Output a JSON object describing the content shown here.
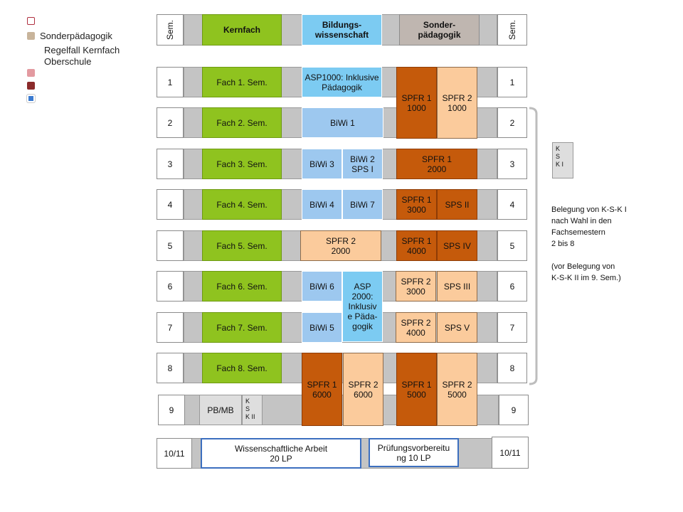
{
  "legend": {
    "items": [
      {
        "label": "",
        "color": "#ffffff",
        "border": "#b03040"
      },
      {
        "label": "Sonderpädagogik",
        "color": "#c8b49b",
        "border": "#c8b49b"
      },
      {
        "label": "Regelfall Kernfach\nOberschule",
        "color": "",
        "border": ""
      },
      {
        "label": "",
        "color": "#e39aa0",
        "border": "#e39aa0"
      },
      {
        "label": "",
        "color": "#8b2b2b",
        "border": "#8b2b2b"
      },
      {
        "label": "",
        "color": "#3b7bd0",
        "border": "#ffffff"
      }
    ]
  },
  "header": {
    "sem_left": "Sem.",
    "kernfach": "Kernfach",
    "bildung": "Bildungs-\nwissenschaft",
    "sonder": "Sonder-\npädagogik",
    "sem_right": "Sem."
  },
  "rows": [
    {
      "num": "1",
      "fach": "Fach 1. Sem."
    },
    {
      "num": "2",
      "fach": "Fach 2. Sem."
    },
    {
      "num": "3",
      "fach": "Fach 3. Sem."
    },
    {
      "num": "4",
      "fach": "Fach 4. Sem."
    },
    {
      "num": "5",
      "fach": "Fach 5. Sem."
    },
    {
      "num": "6",
      "fach": "Fach 6. Sem."
    },
    {
      "num": "7",
      "fach": "Fach 7. Sem."
    },
    {
      "num": "8",
      "fach": "Fach 8. Sem."
    }
  ],
  "modules": {
    "asp1000": "ASP1000: Inklusive\nPädagogik",
    "biwi1": "BiWi 1",
    "biwi3": "BiWi 3",
    "biwi2": "BiWi 2\nSPS I",
    "biwi4": "BiWi 4",
    "biwi7": "BiWi 7",
    "spfr2_2000": "SPFR 2\n2000",
    "biwi6": "BiWi 6",
    "asp2000": "ASP\n2000:\nInklusiv\ne Päda-\ngogik",
    "biwi5": "BiWi 5",
    "spfr1_1000": "SPFR 1\n1000",
    "spfr2_1000": "SPFR 2\n1000",
    "spfr1_2000": "SPFR 1\n2000",
    "spfr1_3000": "SPFR 1\n3000",
    "sps2": "SPS II",
    "spfr1_4000": "SPFR 1\n4000",
    "sps4": "SPS IV",
    "spfr2_3000": "SPFR 2\n3000",
    "sps3": "SPS III",
    "spfr2_4000": "SPFR 2\n4000",
    "sps5": "SPS V",
    "spfr1_6000": "SPFR 1\n6000",
    "spfr2_6000": "SPFR 2\n6000",
    "spfr1_5000": "SPFR 1\n5000",
    "spfr2_5000": "SPFR 2\n5000"
  },
  "row9": {
    "num": "9",
    "pbmb": "PB/MB",
    "ksk2": "K\nS\nK II"
  },
  "row10": {
    "num": "10/11",
    "arbeit": "Wissenschaftliche Arbeit\n20 LP",
    "pruefung": "Prüfungsvorbereitu\nng 10 LP"
  },
  "ksk1": "K\nS\nK I",
  "note": "Belegung von K-S-K I\nnach Wahl in den\nFachsemestern\n2 bis 8\n\n(vor Belegung von\nK-S-K II im 9. Sem.)"
}
